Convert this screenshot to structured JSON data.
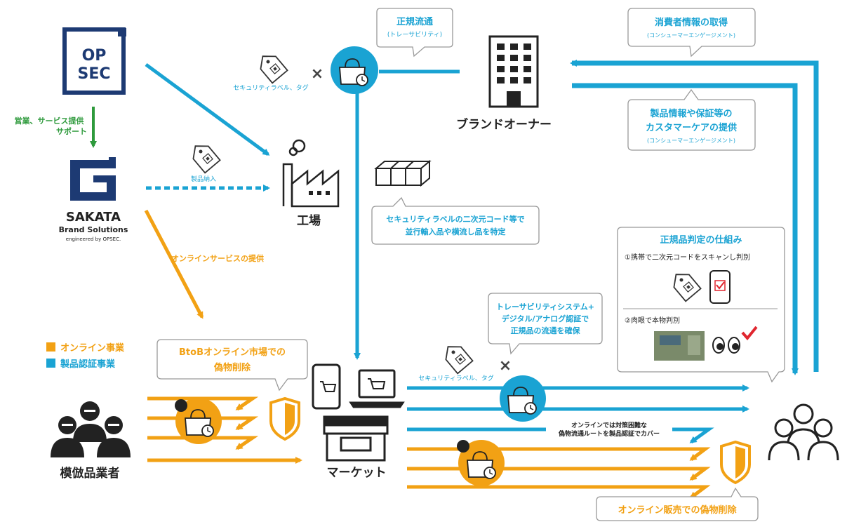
{
  "logos": {
    "opsec_line1": "OP",
    "opsec_line2": "SEC",
    "sakata_name": "SAKATA",
    "sakata_sub": "Brand Solutions",
    "sakata_tag": "engineered by OPSEC."
  },
  "labels": {
    "sales_support_1": "営業、サービス提供",
    "sales_support_2": "サポート",
    "product_delivery": "製品納入",
    "factory": "工場",
    "online_service": "オンラインサービスの提供",
    "security_label_top": "セキュリティラベル、タグ",
    "security_label_mid": "セキュリティラベル、タグ",
    "brand_owner": "ブランドオーナー",
    "market": "マーケット",
    "counterfeiter": "模倣品業者",
    "online_route_1": "オンラインでは対策困難な",
    "online_route_2": "偽物流通ルートを製品認証でカバー"
  },
  "callouts": {
    "legit_title": "正規流通",
    "legit_sub": "(トレーサビリティ)",
    "consumer_title": "消費者情報の取得",
    "consumer_sub": "(コンシューマーエンゲージメント)",
    "care_1": "製品情報や保証等の",
    "care_2": "カスタマーケアの提供",
    "care_sub": "(コンシューマーエンゲージメント)",
    "code_1": "セキュリティラベルの二次元コード等で",
    "code_2": "並行輸入品や横流し品を特定",
    "trace_1": "トレーサビリティシステム+",
    "trace_2": "デジタル/アナログ認証で",
    "trace_3": "正規品の流通を確保",
    "btob_1": "BtoBオンライン市場での",
    "btob_2": "偽物削除",
    "online_sales": "オンライン販売での偽物削除"
  },
  "legend": {
    "online": "オンライン事業",
    "auth": "製品認証事業"
  },
  "judge": {
    "title": "正規品判定の仕組み",
    "step1": "①携帯で二次元コードをスキャンし判別",
    "step2": "②肉眼で本物判別"
  },
  "colors": {
    "blue": "#1aa3d3",
    "orange": "#f2a114",
    "green": "#2e9a3c",
    "navy": "#1d3a73",
    "gray": "#999999"
  },
  "icons": [
    "tag-icon",
    "times-icon",
    "bag-icon",
    "building-icon",
    "factory-icon",
    "boxes-icon",
    "smartphone-icon",
    "laptop-icon",
    "store-icon",
    "shield-icon",
    "people-icon",
    "counterfeiter-icon",
    "eyes-icon",
    "check-icon"
  ]
}
